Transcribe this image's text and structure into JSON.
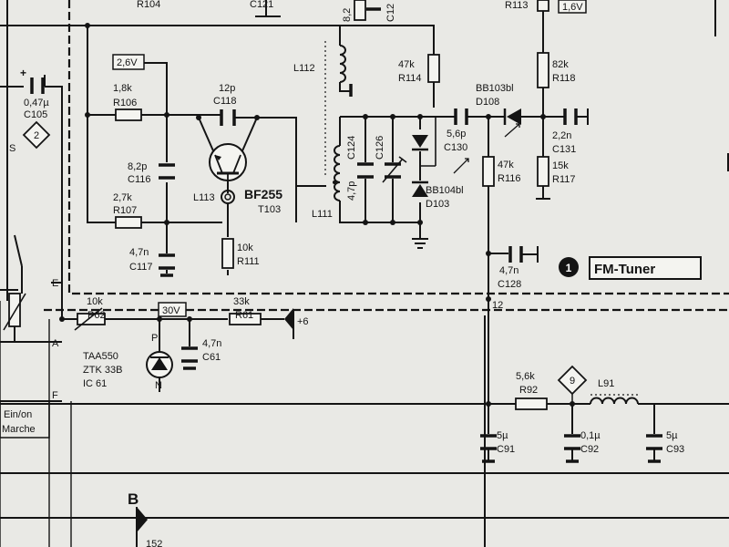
{
  "schematic": {
    "ic_block": {
      "number": "1",
      "name": "FM-Tuner"
    },
    "node_markers": {
      "n2": "2",
      "n9": "9",
      "net12": "12",
      "net6": "+6",
      "bus_b": "B",
      "partial": "152"
    },
    "terminals": {
      "S": "S",
      "E": "E",
      "A": "A",
      "F": "F",
      "switch": [
        "Ein/on",
        "Marche"
      ]
    },
    "voltages": {
      "v26": "2,6V",
      "v30": "30V",
      "v16": "1,6V"
    },
    "transistor": {
      "type": "BF255",
      "ref": "T103"
    },
    "zener": {
      "type1": "TAA550",
      "type2": "ZTK 33B",
      "ref": "IC 61",
      "pin_p": "P",
      "pin_n": "N"
    },
    "top_partial": {
      "r104": "R104",
      "c121": "C121",
      "r113": "R113",
      "v82": "8,2",
      "c12x": "C12"
    },
    "components": {
      "r106": {
        "value": "1,8k",
        "ref": "R106"
      },
      "r107": {
        "value": "2,7k",
        "ref": "R107"
      },
      "c116": {
        "value": "8,2p",
        "ref": "C116"
      },
      "c117": {
        "value": "4,7n",
        "ref": "C117"
      },
      "c118": {
        "value": "12p",
        "ref": "C118"
      },
      "l113": {
        "ref": "L113"
      },
      "r111": {
        "value": "10k",
        "ref": "R111"
      },
      "l112": {
        "ref": "L112"
      },
      "l111": {
        "ref": "L111"
      },
      "c124": {
        "value": "4,7p",
        "ref": "C124"
      },
      "c126": {
        "ref": "C126"
      },
      "r114": {
        "value": "47k",
        "ref": "R114"
      },
      "d103": {
        "type": "BB104bl",
        "ref": "D103"
      },
      "c130": {
        "value": "5,6p",
        "ref": "C130"
      },
      "d108": {
        "type": "BB103bl",
        "ref": "D108"
      },
      "r116": {
        "value": "47k",
        "ref": "R116"
      },
      "r118": {
        "value": "82k",
        "ref": "R118"
      },
      "c131": {
        "value": "2,2n",
        "ref": "C131"
      },
      "r117": {
        "value": "15k",
        "ref": "R117"
      },
      "c128": {
        "value": "4,7n",
        "ref": "C128"
      },
      "c105": {
        "value": "0,47µ",
        "ref": "C105"
      },
      "p62": {
        "value": "10k",
        "ref": "P62"
      },
      "r61": {
        "value": "33k",
        "ref": "R61"
      },
      "c61": {
        "value": "4,7n",
        "ref": "C61"
      },
      "r92": {
        "value": "5,6k",
        "ref": "R92"
      },
      "l91": {
        "ref": "L91"
      },
      "c91": {
        "value": "5µ",
        "ref": "C91"
      },
      "c92": {
        "value": "0,1µ",
        "ref": "C92"
      },
      "c93": {
        "value": "5µ",
        "ref": "C93"
      }
    }
  }
}
